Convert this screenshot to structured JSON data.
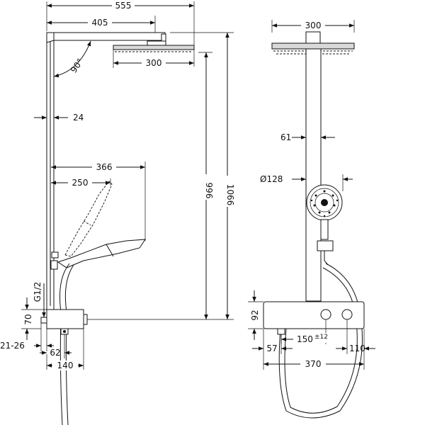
{
  "dimensions": {
    "overall_width": "555",
    "arm_length": "405",
    "angle": "90°",
    "head_width_side": "300",
    "pipe_dia": "24",
    "hand_reach": "366",
    "hand_reach_short": "250",
    "height_996": "996",
    "height_1066": "1066",
    "thread": "G1/2",
    "d70": "70",
    "d21_26": "21-26",
    "d62": "62",
    "d140": "140",
    "head_width_front": "300",
    "d61": "61",
    "hand_dia": "Ø128",
    "d92": "92",
    "d57": "57",
    "spacing_150": "150",
    "spacing_tol": "±12",
    "d110": "110",
    "d370": "370"
  }
}
